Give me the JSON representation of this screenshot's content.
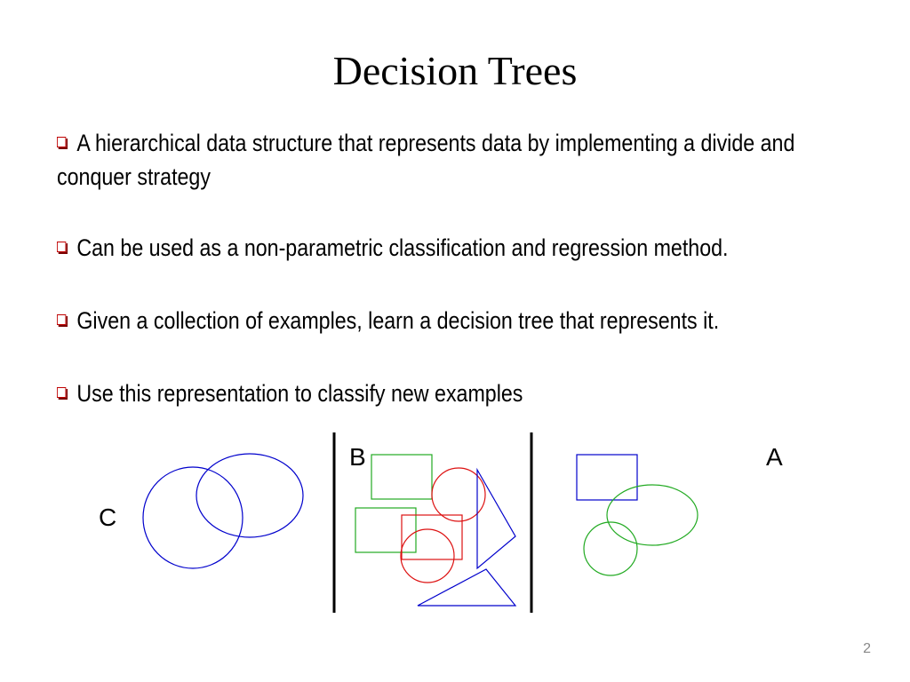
{
  "slide": {
    "title": "Decision Trees",
    "bullets": [
      {
        "text": "A hierarchical data structure that represents data by implementing a divide and conquer strategy"
      },
      {
        "text": "Can be used as a non-parametric classification and regression method."
      },
      {
        "text": "Given a collection of examples, learn a decision tree that represents it."
      },
      {
        "text": "Use this representation to classify new examples"
      }
    ],
    "page_number": "2"
  },
  "diagram": {
    "labels": {
      "group_c": "C",
      "group_b": "B",
      "group_a": "A"
    },
    "colors": {
      "blue": "#0000cc",
      "green": "#22aa22",
      "red": "#dd1111",
      "divider": "#000000",
      "bullet_marker": "#c00000"
    }
  }
}
